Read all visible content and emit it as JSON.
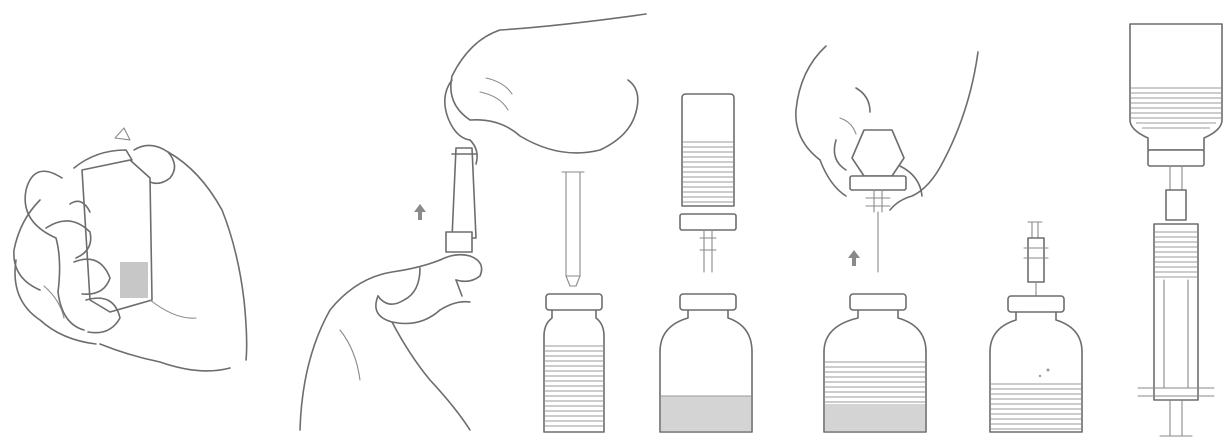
{
  "colors": {
    "line": "#6d6d6d",
    "liquid": "#d4d4d4",
    "hatch": "#9a9a9a",
    "arrow": "#8a8a8a",
    "background": "#ffffff"
  },
  "steps": [
    {
      "id": 1,
      "icon": "hand-flip-cap-icon"
    },
    {
      "id": 2,
      "icon": "hands-transfer-device-icon"
    },
    {
      "id": 3,
      "icon": "syringe-on-vial-icon"
    },
    {
      "id": 4,
      "icon": "inverted-vial-on-vial-icon"
    },
    {
      "id": 5,
      "icon": "hand-inverted-vial-icon"
    },
    {
      "id": 6,
      "icon": "syringe-in-vial-icon"
    },
    {
      "id": 7,
      "icon": "syringe-withdraw-icon"
    }
  ],
  "vials": [
    {
      "step": 3,
      "liquid_level": 0.72,
      "hatched": true
    },
    {
      "step": 4,
      "liquid_level": 0.28,
      "hatched": false
    },
    {
      "step": 5,
      "liquid_level": 0.55,
      "hatched": true
    },
    {
      "step": 6,
      "liquid_level": 0.42,
      "hatched": true
    }
  ]
}
